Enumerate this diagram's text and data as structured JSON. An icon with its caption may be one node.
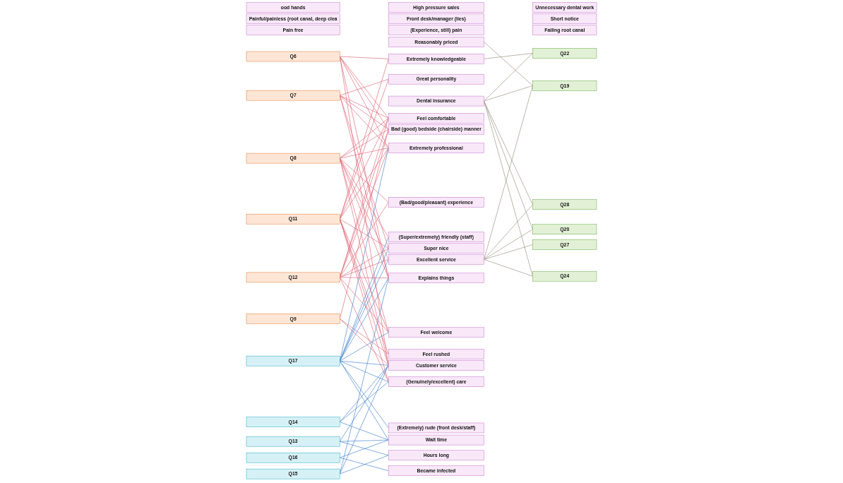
{
  "diagram": {
    "nodes": [
      {
        "text": [
          "ood hands"
        ]
      },
      {
        "text": [
          "High pressure sales"
        ]
      },
      {
        "text": [
          "Unnecessary dental work"
        ]
      },
      {
        "text": [
          "Painful/painless (root canal, deep clea"
        ]
      },
      {
        "text": [
          "Front desk/manager (lies)"
        ]
      },
      {
        "text": [
          "Short notice"
        ]
      },
      {
        "text": [
          "Pain free"
        ]
      },
      {
        "text": [
          "(Experience, still) pain"
        ]
      },
      {
        "text": [
          "Failing root canal"
        ]
      },
      {
        "text": [
          "Reasonably priced"
        ]
      },
      {
        "text": [
          "Great personality"
        ]
      },
      {
        "text": [
          "Feel comfortable"
        ]
      },
      {
        "text": [
          "Q6"
        ]
      },
      {
        "text": [
          "Dental insurance"
        ]
      },
      {
        "text": [
          "Q19"
        ]
      },
      {
        "text": [
          "Bad (good) bedside (chairside) manner"
        ]
      },
      {
        "text": [
          "Q7"
        ]
      },
      {
        "text": [
          "Extremely knowledgeable"
        ]
      },
      {
        "text": [
          "Q22"
        ]
      },
      {
        "text": [
          "Q8"
        ]
      },
      {
        "text": [
          "(Bad/good/pleasant) experience"
        ]
      },
      {
        "text": [
          "Excellent service"
        ]
      },
      {
        "text": [
          "Q27"
        ]
      },
      {
        "text": [
          "Q9"
        ]
      },
      {
        "text": [
          "(Super/extremely) friendly (staff)"
        ]
      },
      {
        "text": [
          "Extremely professional"
        ]
      },
      {
        "text": [
          "Q28"
        ]
      },
      {
        "text": [
          "Q11"
        ]
      },
      {
        "text": [
          "Feel welcome"
        ]
      },
      {
        "text": [
          "(Genuinely/excellent) care"
        ]
      },
      {
        "text": [
          "Super nice"
        ]
      },
      {
        "text": [
          "Q20"
        ]
      },
      {
        "text": [
          "Q12"
        ]
      },
      {
        "text": [
          "Customer service"
        ]
      },
      {
        "text": [
          "Wait time"
        ]
      },
      {
        "text": [
          "Became infected"
        ]
      },
      {
        "text": [
          "Q24"
        ]
      },
      {
        "text": [
          "Feel rushed"
        ]
      },
      {
        "text": [
          "Hours long"
        ]
      },
      {
        "text": [
          "Explains things"
        ]
      },
      {
        "text": [
          "(Extremely) rude (front desk/staff)"
        ]
      },
      {
        "text": [
          "Q13"
        ]
      },
      {
        "text": [
          "Q15"
        ]
      },
      {
        "text": [
          "Q16"
        ]
      },
      {
        "text": [
          "Q17"
        ]
      },
      {
        "text": [
          "Q14"
        ]
      }
    ],
    "edges": [
      {
        "from": 12,
        "to": 11,
        "arrow": "none"
      },
      {
        "from": 12,
        "to": 15,
        "arrow": "none"
      },
      {
        "from": 12,
        "to": 17,
        "arrow": "none"
      },
      {
        "from": 12,
        "to": 25,
        "arrow": "none"
      },
      {
        "from": 12,
        "to": 33,
        "arrow": "none"
      },
      {
        "from": 12,
        "to": 39,
        "arrow": "none"
      },
      {
        "from": 16,
        "to": 10,
        "arrow": "none"
      },
      {
        "from": 16,
        "to": 11,
        "arrow": "none"
      },
      {
        "from": 16,
        "to": 15,
        "arrow": "none"
      },
      {
        "from": 16,
        "to": 25,
        "arrow": "none"
      },
      {
        "from": 16,
        "to": 30,
        "arrow": "none"
      },
      {
        "from": 16,
        "to": 39,
        "arrow": "none"
      },
      {
        "from": 19,
        "to": 11,
        "arrow": "none"
      },
      {
        "from": 19,
        "to": 15,
        "arrow": "none"
      },
      {
        "from": 19,
        "to": 20,
        "arrow": "none"
      },
      {
        "from": 19,
        "to": 21,
        "arrow": "none"
      },
      {
        "from": 19,
        "to": 24,
        "arrow": "none"
      },
      {
        "from": 19,
        "to": 25,
        "arrow": "none"
      },
      {
        "from": 19,
        "to": 28,
        "arrow": "none"
      },
      {
        "from": 19,
        "to": 33,
        "arrow": "none"
      },
      {
        "from": 19,
        "to": 39,
        "arrow": "none"
      },
      {
        "from": 23,
        "to": 15,
        "arrow": "none"
      },
      {
        "from": 23,
        "to": 37,
        "arrow": "none"
      },
      {
        "from": 23,
        "to": 33,
        "arrow": "none"
      },
      {
        "from": 27,
        "to": 11,
        "arrow": "none"
      },
      {
        "from": 27,
        "to": 10,
        "arrow": "none"
      },
      {
        "from": 27,
        "to": 17,
        "arrow": "none"
      },
      {
        "from": 27,
        "to": 25,
        "arrow": "none"
      },
      {
        "from": 27,
        "to": 28,
        "arrow": "none"
      },
      {
        "from": 27,
        "to": 30,
        "arrow": "none"
      },
      {
        "from": 27,
        "to": 29,
        "arrow": "none"
      },
      {
        "from": 27,
        "to": 33,
        "arrow": "none"
      },
      {
        "from": 27,
        "to": 37,
        "arrow": "none"
      },
      {
        "from": 32,
        "to": 11,
        "arrow": "none"
      },
      {
        "from": 32,
        "to": 15,
        "arrow": "none"
      },
      {
        "from": 32,
        "to": 20,
        "arrow": "none"
      },
      {
        "from": 32,
        "to": 21,
        "arrow": "none"
      },
      {
        "from": 32,
        "to": 25,
        "arrow": "none"
      },
      {
        "from": 32,
        "to": 28,
        "arrow": "none"
      },
      {
        "from": 32,
        "to": 30,
        "arrow": "none"
      },
      {
        "from": 32,
        "to": 29,
        "arrow": "none"
      },
      {
        "from": 32,
        "to": 39,
        "arrow": "none"
      },
      {
        "from": 41,
        "to": 33,
        "arrow": "none",
        "color": "#4a86d0"
      },
      {
        "from": 41,
        "to": 38,
        "arrow": "none",
        "color": "#4a86d0"
      },
      {
        "from": 41,
        "to": 34,
        "arrow": "none",
        "color": "#4a86d0"
      },
      {
        "from": 42,
        "to": 33,
        "arrow": "none",
        "color": "#4a86d0"
      },
      {
        "from": 42,
        "to": 38,
        "arrow": "none",
        "color": "#4a86d0"
      },
      {
        "from": 42,
        "to": 39,
        "arrow": "none",
        "color": "#4a86d0"
      },
      {
        "from": 43,
        "to": 34,
        "arrow": "none",
        "color": "#4a86d0"
      },
      {
        "from": 43,
        "to": 35,
        "arrow": "none",
        "color": "#4a86d0"
      },
      {
        "from": 44,
        "to": 21,
        "arrow": "none",
        "color": "#4a86d0"
      },
      {
        "from": 44,
        "to": 24,
        "arrow": "none",
        "color": "#4a86d0"
      },
      {
        "from": 44,
        "to": 29,
        "arrow": "none",
        "color": "#4a86d0"
      },
      {
        "from": 44,
        "to": 34,
        "arrow": "none",
        "color": "#4a86d0"
      },
      {
        "from": 44,
        "to": 30,
        "arrow": "none",
        "color": "#4a86d0"
      },
      {
        "from": 44,
        "to": 25,
        "arrow": "none",
        "color": "#4a86d0"
      },
      {
        "from": 44,
        "to": 28,
        "arrow": "none",
        "color": "#4a86d0"
      },
      {
        "from": 44,
        "to": 33,
        "arrow": "none",
        "color": "#4a86d0"
      },
      {
        "from": 44,
        "to": 39,
        "arrow": "none",
        "color": "#4a86d0"
      },
      {
        "from": 44,
        "to": 40,
        "arrow": "none",
        "color": "#4a86d0"
      },
      {
        "from": 45,
        "to": 29,
        "arrow": "none",
        "color": "#4a86d0"
      },
      {
        "from": 45,
        "to": 34,
        "arrow": "none",
        "color": "#4a86d0"
      },
      {
        "from": 45,
        "to": 33,
        "arrow": "none",
        "color": "#4a86d0"
      },
      {
        "from": 9,
        "to": 14,
        "arrow": "none",
        "color": "#9c9484"
      },
      {
        "from": 13,
        "to": 14,
        "arrow": "none",
        "color": "#9c9484"
      },
      {
        "from": 21,
        "to": 14,
        "arrow": "none",
        "color": "#9c9484"
      },
      {
        "from": 13,
        "to": 18,
        "arrow": "none",
        "color": "#9c9484"
      },
      {
        "from": 17,
        "to": 18,
        "arrow": "none",
        "color": "#9c9484"
      },
      {
        "from": 21,
        "to": 22,
        "arrow": "none",
        "color": "#9c9484"
      },
      {
        "from": 13,
        "to": 26,
        "arrow": "none",
        "color": "#9c9484"
      },
      {
        "from": 21,
        "to": 26,
        "arrow": "none",
        "color": "#9c9484"
      },
      {
        "from": 13,
        "to": 31,
        "arrow": "none",
        "color": "#9c9484"
      },
      {
        "from": 21,
        "to": 31,
        "arrow": "none",
        "color": "#9c9484"
      },
      {
        "from": 13,
        "to": 36,
        "arrow": "none",
        "color": "#9c9484"
      },
      {
        "from": 21,
        "to": 36,
        "arrow": "none",
        "color": "#9c9484"
      }
    ]
  }
}
